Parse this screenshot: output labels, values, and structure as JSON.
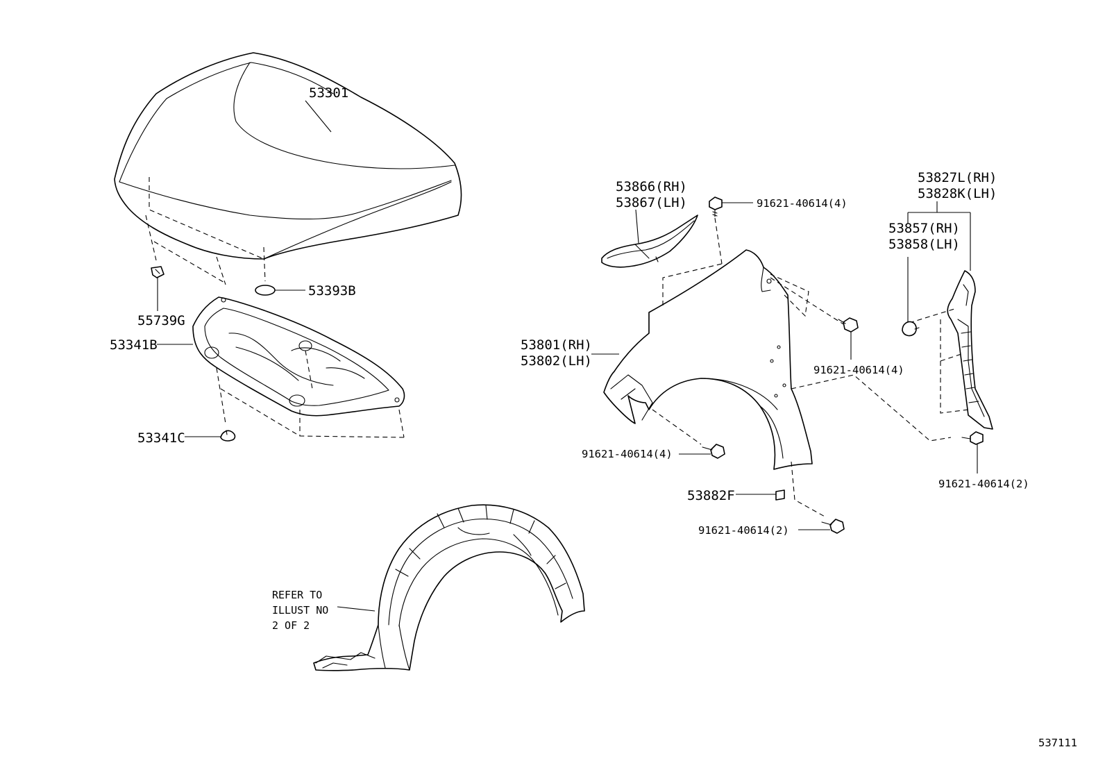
{
  "diagram_id": "537111",
  "labels": {
    "hood": "53301",
    "hood_cushion": "53393B",
    "hood_clip": "55739G",
    "insulator": "53341B",
    "insulator_clip": "53341C",
    "seal_rh": "53866(RH)",
    "seal_lh": "53867(LH)",
    "bolt_top": "91621-40614(4)",
    "fender_rh": "53801(RH)",
    "fender_lh": "53802(LH)",
    "bolt_right": "91621-40614(4)",
    "bolt_front": "91621-40614(4)",
    "spacer": "53882F",
    "bolt_bottom": "91621-40614(2)",
    "bolt_far_right": "91621-40614(2)",
    "protector_rh": "53827L(RH)",
    "protector_lh": "53828K(LH)",
    "cushion_rh": "53857(RH)",
    "cushion_lh": "53858(LH)",
    "liner_note": [
      "REFER TO",
      "ILLUST NO",
      "2 OF 2"
    ]
  }
}
